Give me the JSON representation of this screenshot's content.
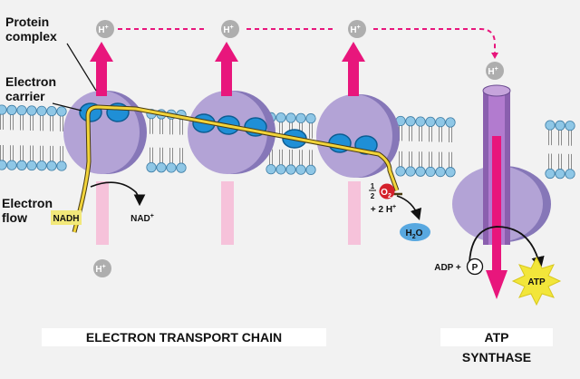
{
  "labels": {
    "protein_complex": "Protein complex",
    "electron_carrier": "Electron carrier",
    "electron_flow": "Electron flow",
    "nadh": "NADH",
    "nad": "NAD",
    "nad_sup": "+",
    "proton": "H",
    "proton_sup": "+",
    "half": "1",
    "half_den": "2",
    "oxygen": "O",
    "oxygen_sub": "2",
    "two_h": "+ 2 H",
    "two_h_sup": "+",
    "water": "H",
    "water_sub": "2",
    "water_o": "O",
    "adp": "ADP +",
    "phosphate": "P",
    "atp": "ATP"
  },
  "captions": {
    "etc": "ELECTRON TRANSPORT CHAIN",
    "atp_synthase_line1": "ATP",
    "atp_synthase_line2": "SYNTHASE"
  },
  "colors": {
    "membrane_head": "#8fc7e6",
    "protein": "#b3a3d6",
    "carrier": "#1f8fd6",
    "proton_arrow": "#e8167c",
    "electron_path": "#f2d43a",
    "nadh_bg": "#f2e87a",
    "water_bg": "#58a8e0",
    "atp_star": "#f2e63a",
    "oxygen": "#d4202a"
  }
}
